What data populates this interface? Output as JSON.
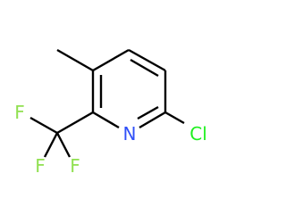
{
  "molecule": {
    "atoms": {
      "nitrogen": {
        "label": "N",
        "color": "#3050F8"
      },
      "chlorine": {
        "label": "Cl",
        "color": "#1FF01F"
      },
      "fluorine_1": {
        "label": "F",
        "color": "#90E050"
      },
      "fluorine_2": {
        "label": "F",
        "color": "#90E050"
      },
      "fluorine_3": {
        "label": "F",
        "color": "#90E050"
      }
    },
    "bond_color": "#000000"
  }
}
